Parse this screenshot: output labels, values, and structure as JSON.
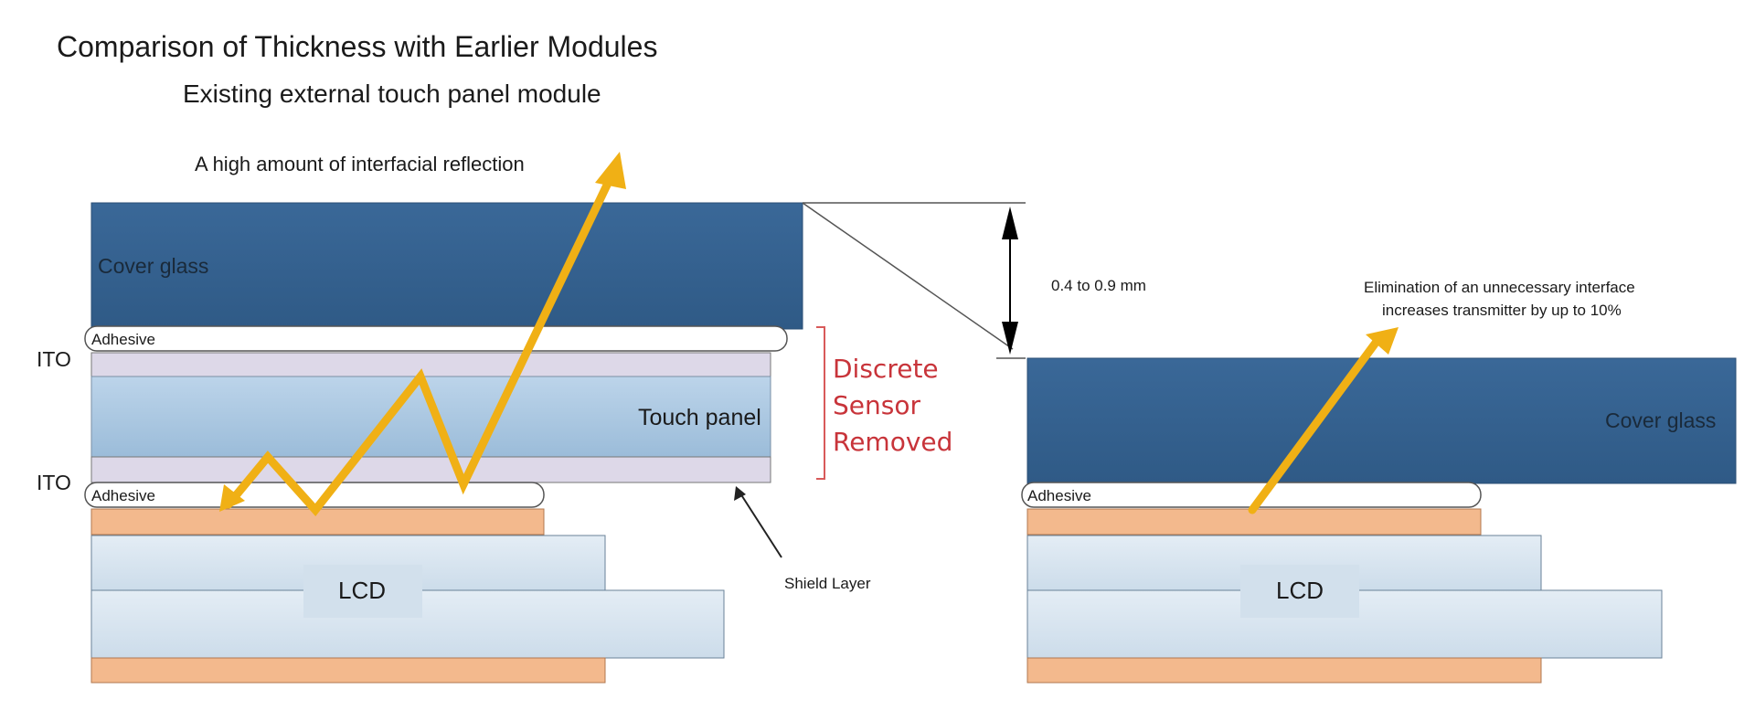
{
  "title": "Comparison of Thickness with Earlier Modules",
  "subtitle": "Existing external touch panel module",
  "left": {
    "reflection_note": "A high amount of interfacial reflection",
    "cover_glass": "Cover glass",
    "adhesive_top": "Adhesive",
    "ito_top": "ITO",
    "touch_panel": "Touch panel",
    "ito_bottom": "ITO",
    "adhesive_bottom": "Adhesive",
    "lcd": "LCD",
    "removed_line1": "Discrete",
    "removed_line2": "Sensor",
    "removed_line3": "Removed",
    "shield_layer": "Shield Layer"
  },
  "dimension": {
    "thickness": "0.4 to 0.9 mm"
  },
  "right": {
    "note_line1": "Elimination of an unnecessary interface",
    "note_line2": "increases transmitter by up to 10%",
    "cover_glass": "Cover glass",
    "adhesive": "Adhesive",
    "lcd": "LCD"
  },
  "colors": {
    "cover_glass": "#3d6c9c",
    "touch_panel": "#a8c6e0",
    "ito": "#ddd8e8",
    "adhesive": "#ffffff",
    "orange_layer": "#f3b98d",
    "lcd": "#d6e4ef",
    "arrow": "#f0b015",
    "removed_text": "#c8343a"
  }
}
